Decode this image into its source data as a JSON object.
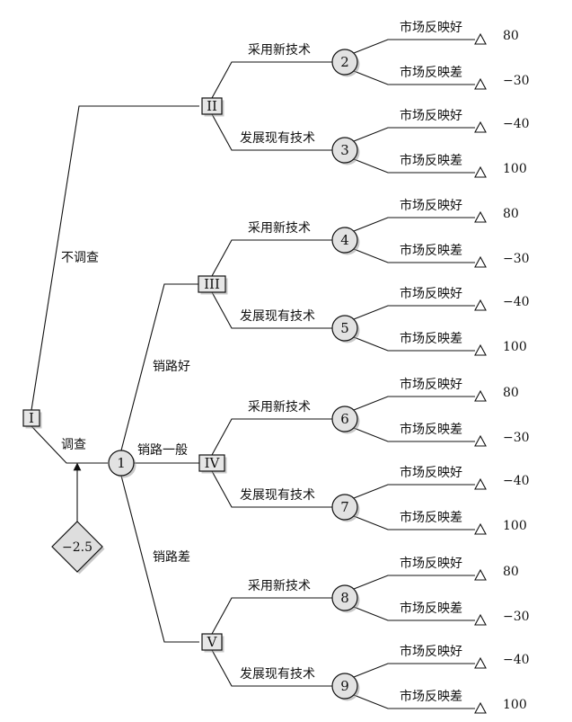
{
  "decision_nodes": {
    "root": "I",
    "no_survey": "II",
    "good": "III",
    "normal": "IV",
    "bad": "V"
  },
  "chance_nodes": [
    "1",
    "2",
    "3",
    "4",
    "5",
    "6",
    "7",
    "8",
    "9"
  ],
  "branches": {
    "no_survey": "不调查",
    "survey": "调查",
    "sales_good": "销路好",
    "sales_normal": "销路一般",
    "sales_bad": "销路差",
    "new_tech": "采用新技术",
    "existing_tech": "发展现有技术",
    "market_good": "市场反映好",
    "market_bad": "市场反映差"
  },
  "payoffs": {
    "new_tech_good": "80",
    "new_tech_bad": "−30",
    "existing_good": "−40",
    "existing_bad": "100"
  },
  "survey_cost": "−2.5"
}
